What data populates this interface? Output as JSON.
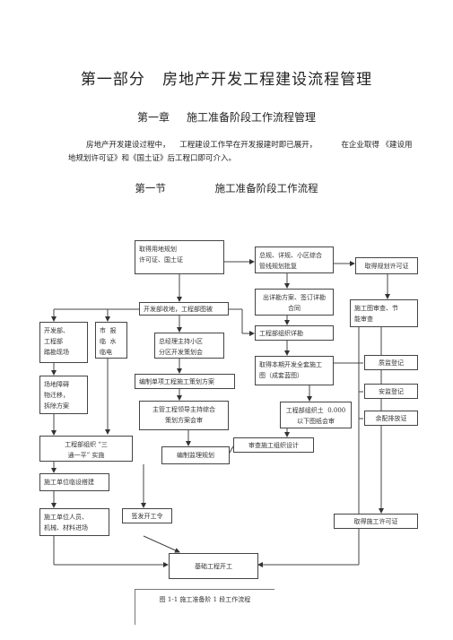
{
  "doc": {
    "title": "第一部分   房地产开发工程建设流程管理",
    "chapter": "第一章     施工准备阶段工作流程管理",
    "para1": "房地产开发建设过程中，    工程建设工作早在开发报建时即已展开，          在企业取得 《建设用",
    "para2": "地规划许可证》和《国土证》后工程口即可介入。",
    "section": "第一节               施工准备阶段工作流程",
    "caption": "图 1-1 施工准备阶 1 段工作流程"
  },
  "flow": {
    "b1": "取得用地规划\n许可证、国土证",
    "b2": "总规、详规、小区综合\n管线规划批复",
    "b3": "取得规划许可证",
    "b4": "开发部收地，工程部图被",
    "b5": "出详勘方案、签订详勘\n合同",
    "b6": "施工图审查、节\n能审查",
    "b7": "开发部、\n工程部\n踏勘现场",
    "b8": "市  报\n临  水\n临电",
    "b9": "总经理主持小区\n分区开发策划会",
    "b10": "工程部组织详勘",
    "b11": "取得本期开发全套施工\n图（成套蓝图）",
    "b12": "质监登记",
    "b13": "场地障碍\n物迁移，\n拆除方案",
    "b14": "编制单项工程施工策划方案",
    "b15": "安监登记",
    "b16": "主管工程领导主持综合\n策划方案会审",
    "b17": "工程部组织土  0.000\n以下图纸会审",
    "b18": "余配排放证",
    "b19": "工程部组织 “三\n通一平” 实施",
    "b20": "审查施工组织设计",
    "b21": "编制监理规划",
    "b22": "施工单位临设搭建",
    "b23": "施工单位人员、\n机械、材料进场",
    "b24": "签发开工令",
    "b25": "取得施工许可证",
    "b26": "基础工程开工"
  }
}
